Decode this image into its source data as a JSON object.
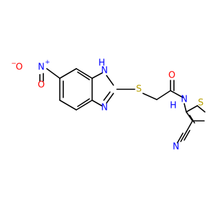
{
  "molecule": {
    "colors": {
      "bond": "#000000",
      "nitrogen": "#0000ff",
      "oxygen": "#ff0000",
      "sulfur": "#b8a000",
      "background": "#ffffff"
    },
    "labels": {
      "nitro_o_left": "O",
      "nitro_o_left_charge": "−",
      "nitro_n": "N",
      "nitro_n_charge": "+",
      "nitro_o_bottom": "O",
      "imidazole_nh": "H",
      "imidazole_n_top": "N",
      "imidazole_n_bottom": "N",
      "thioether_s": "S",
      "carbonyl_o": "O",
      "amide_n": "N",
      "amide_h": "H",
      "thiophene_s": "S",
      "nitrile_n": "N"
    }
  }
}
